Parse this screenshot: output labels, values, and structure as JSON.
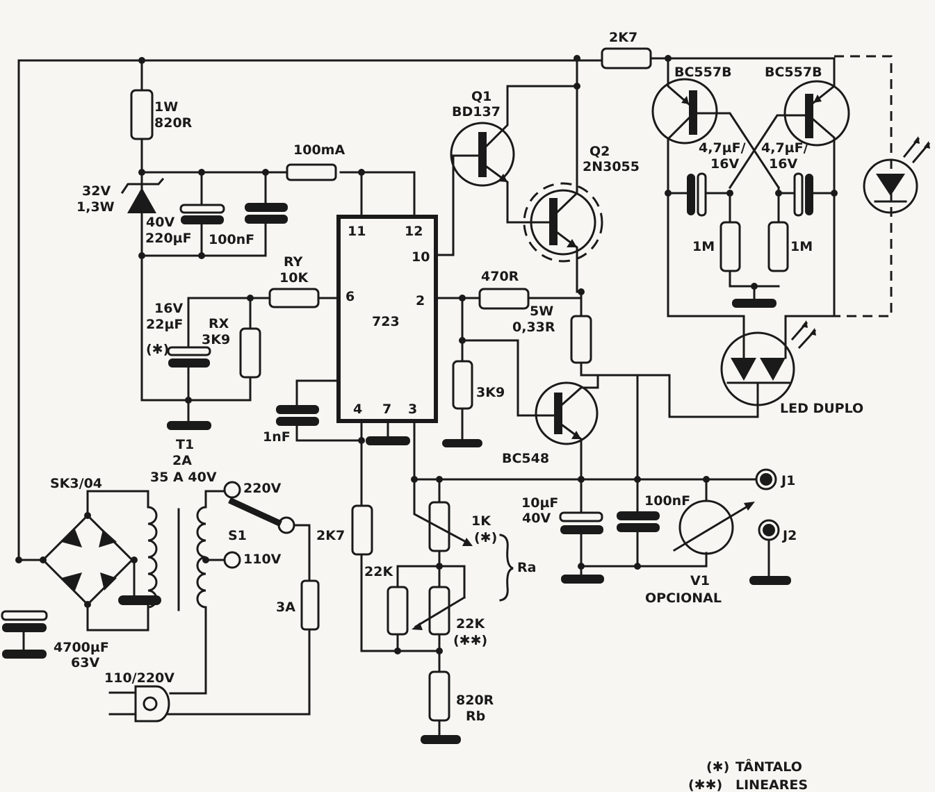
{
  "diagram": {
    "type": "circuit-schematic",
    "components": {
      "r_zener_feed": {
        "power": "1W",
        "value": "820R"
      },
      "zener": {
        "voltage": "32V",
        "power": "1,3W"
      },
      "c_220u": {
        "voltage": "40V",
        "value": "220µF"
      },
      "c_100n_top": {
        "value": "100nF"
      },
      "fuse_100ma": {
        "value": "100mA"
      },
      "ry": {
        "name": "RY",
        "value": "10K"
      },
      "c_22u": {
        "voltage": "16V",
        "value": "22µF",
        "note": "(✱)"
      },
      "rx": {
        "name": "RX",
        "value": "3K9"
      },
      "ic": {
        "name": "723",
        "pins": {
          "p11": "11",
          "p12": "12",
          "p10": "10",
          "p6": "6",
          "p2": "2",
          "p4": "4",
          "p7": "7",
          "p3": "3"
        }
      },
      "c_1n": {
        "value": "1nF"
      },
      "q1": {
        "name": "Q1",
        "part": "BD137"
      },
      "q2": {
        "name": "Q2",
        "part": "2N3055"
      },
      "r_2k7_top": {
        "value": "2K7"
      },
      "bc557_left": {
        "part": "BC557B"
      },
      "bc557_right": {
        "part": "BC557B"
      },
      "c_4u7_left": {
        "value": "4,7µF/",
        "voltage": "16V"
      },
      "c_4u7_right": {
        "value": "4,7µF/",
        "voltage": "16V"
      },
      "r_1m_left": {
        "value": "1M"
      },
      "r_1m_right": {
        "value": "1M"
      },
      "r_470": {
        "value": "470R"
      },
      "r_shunt": {
        "power": "5W",
        "value": "0,33R"
      },
      "r_3k9": {
        "value": "3K9"
      },
      "q_bc548": {
        "part": "BC548"
      },
      "led_duplo": {
        "label": "LED DUPLO"
      },
      "transformer": {
        "name": "T1",
        "rating": "2A",
        "spec": "35 A 40V"
      },
      "bridge": {
        "part": "SK3/04"
      },
      "c_4700u": {
        "value": "4700µF",
        "voltage": "63V"
      },
      "switch": {
        "name": "S1",
        "pos1": "220V",
        "pos2": "110V"
      },
      "fuse_3a": {
        "value": "3A"
      },
      "plug": {
        "label": "110/220V"
      },
      "r_2k7_bottom": {
        "value": "2K7"
      },
      "pot_1k": {
        "value": "1K",
        "note": "(✱)"
      },
      "r_22k": {
        "value": "22K"
      },
      "pot_22k": {
        "value": "22K",
        "note": "(✱✱)"
      },
      "ra": {
        "label": "Ra"
      },
      "rb": {
        "value": "820R",
        "label": "Rb"
      },
      "c_10u": {
        "value": "10µF",
        "voltage": "40V"
      },
      "c_100n_out": {
        "value": "100nF"
      },
      "meter": {
        "name": "V1",
        "note": "OPCIONAL"
      },
      "j1": {
        "label": "J1"
      },
      "j2": {
        "label": "J2"
      }
    },
    "legend": [
      {
        "symbol": "(✱)",
        "text": "TÂNTALO"
      },
      {
        "symbol": "(✱✱)",
        "text": "LINEARES"
      }
    ]
  }
}
